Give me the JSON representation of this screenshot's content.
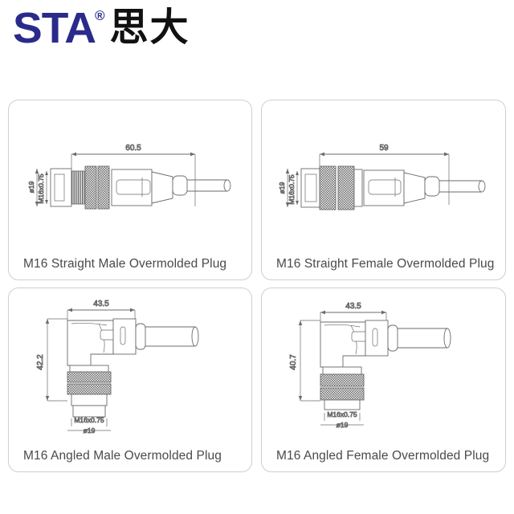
{
  "header": {
    "logo_text": "STA",
    "logo_trademark": "®",
    "logo_cn": "思大"
  },
  "panels": [
    {
      "id": "m16-straight-male",
      "caption": "M16 Straight Male Overmolded Plug",
      "dimensions": {
        "length": "60.5",
        "diameter": "ø19",
        "thread": "M16x0.75"
      }
    },
    {
      "id": "m16-straight-female",
      "caption": "M16 Straight Female Overmolded Plug",
      "dimensions": {
        "length": "59",
        "diameter": "ø19",
        "thread": "M16x0.75"
      }
    },
    {
      "id": "m16-angled-male",
      "caption": "M16 Angled Male Overmolded Plug",
      "dimensions": {
        "length": "43.5",
        "height": "42.2",
        "diameter": "ø19",
        "thread": "M16x0.75"
      }
    },
    {
      "id": "m16-angled-female",
      "caption": "M16 Angled Female Overmolded Plug",
      "dimensions": {
        "length": "43.5",
        "height": "40.7",
        "diameter": "ø19",
        "thread": "M16x0.75"
      }
    }
  ],
  "colors": {
    "logo_blue": "#2a2a8c",
    "logo_black": "#111111",
    "panel_border": "#cfcfcf",
    "caption": "#4a4a4a",
    "line": "#6b6b6b"
  }
}
